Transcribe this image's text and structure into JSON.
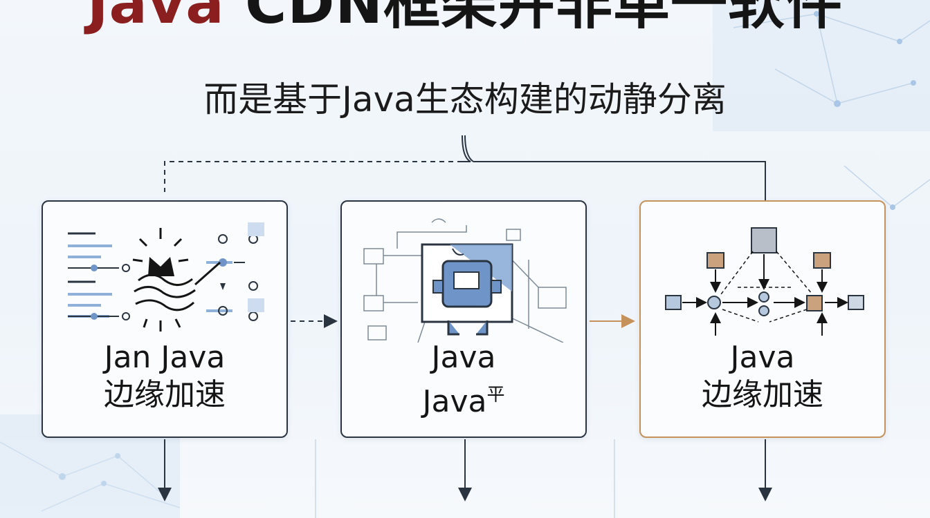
{
  "title": {
    "java": "Java",
    "rest": " CDN框架并非单一软件"
  },
  "subtitle": "而是基于Java生态构建的动静分离",
  "cards": [
    {
      "line1": "Jan Java",
      "line2": "边缘加速",
      "icon": "wave-sun-sliders-icon"
    },
    {
      "line1": "Java",
      "line2_main": "Java",
      "line2_sup": "平",
      "icon": "robot-flow-icon"
    },
    {
      "line1": "Java",
      "line2": "边缘加速",
      "icon": "node-network-icon"
    }
  ],
  "colors": {
    "title_accent": "#8b1f1f",
    "card_border": "#2a3440",
    "highlight_border": "#c4925a",
    "icon_blue": "#6f95c8"
  }
}
